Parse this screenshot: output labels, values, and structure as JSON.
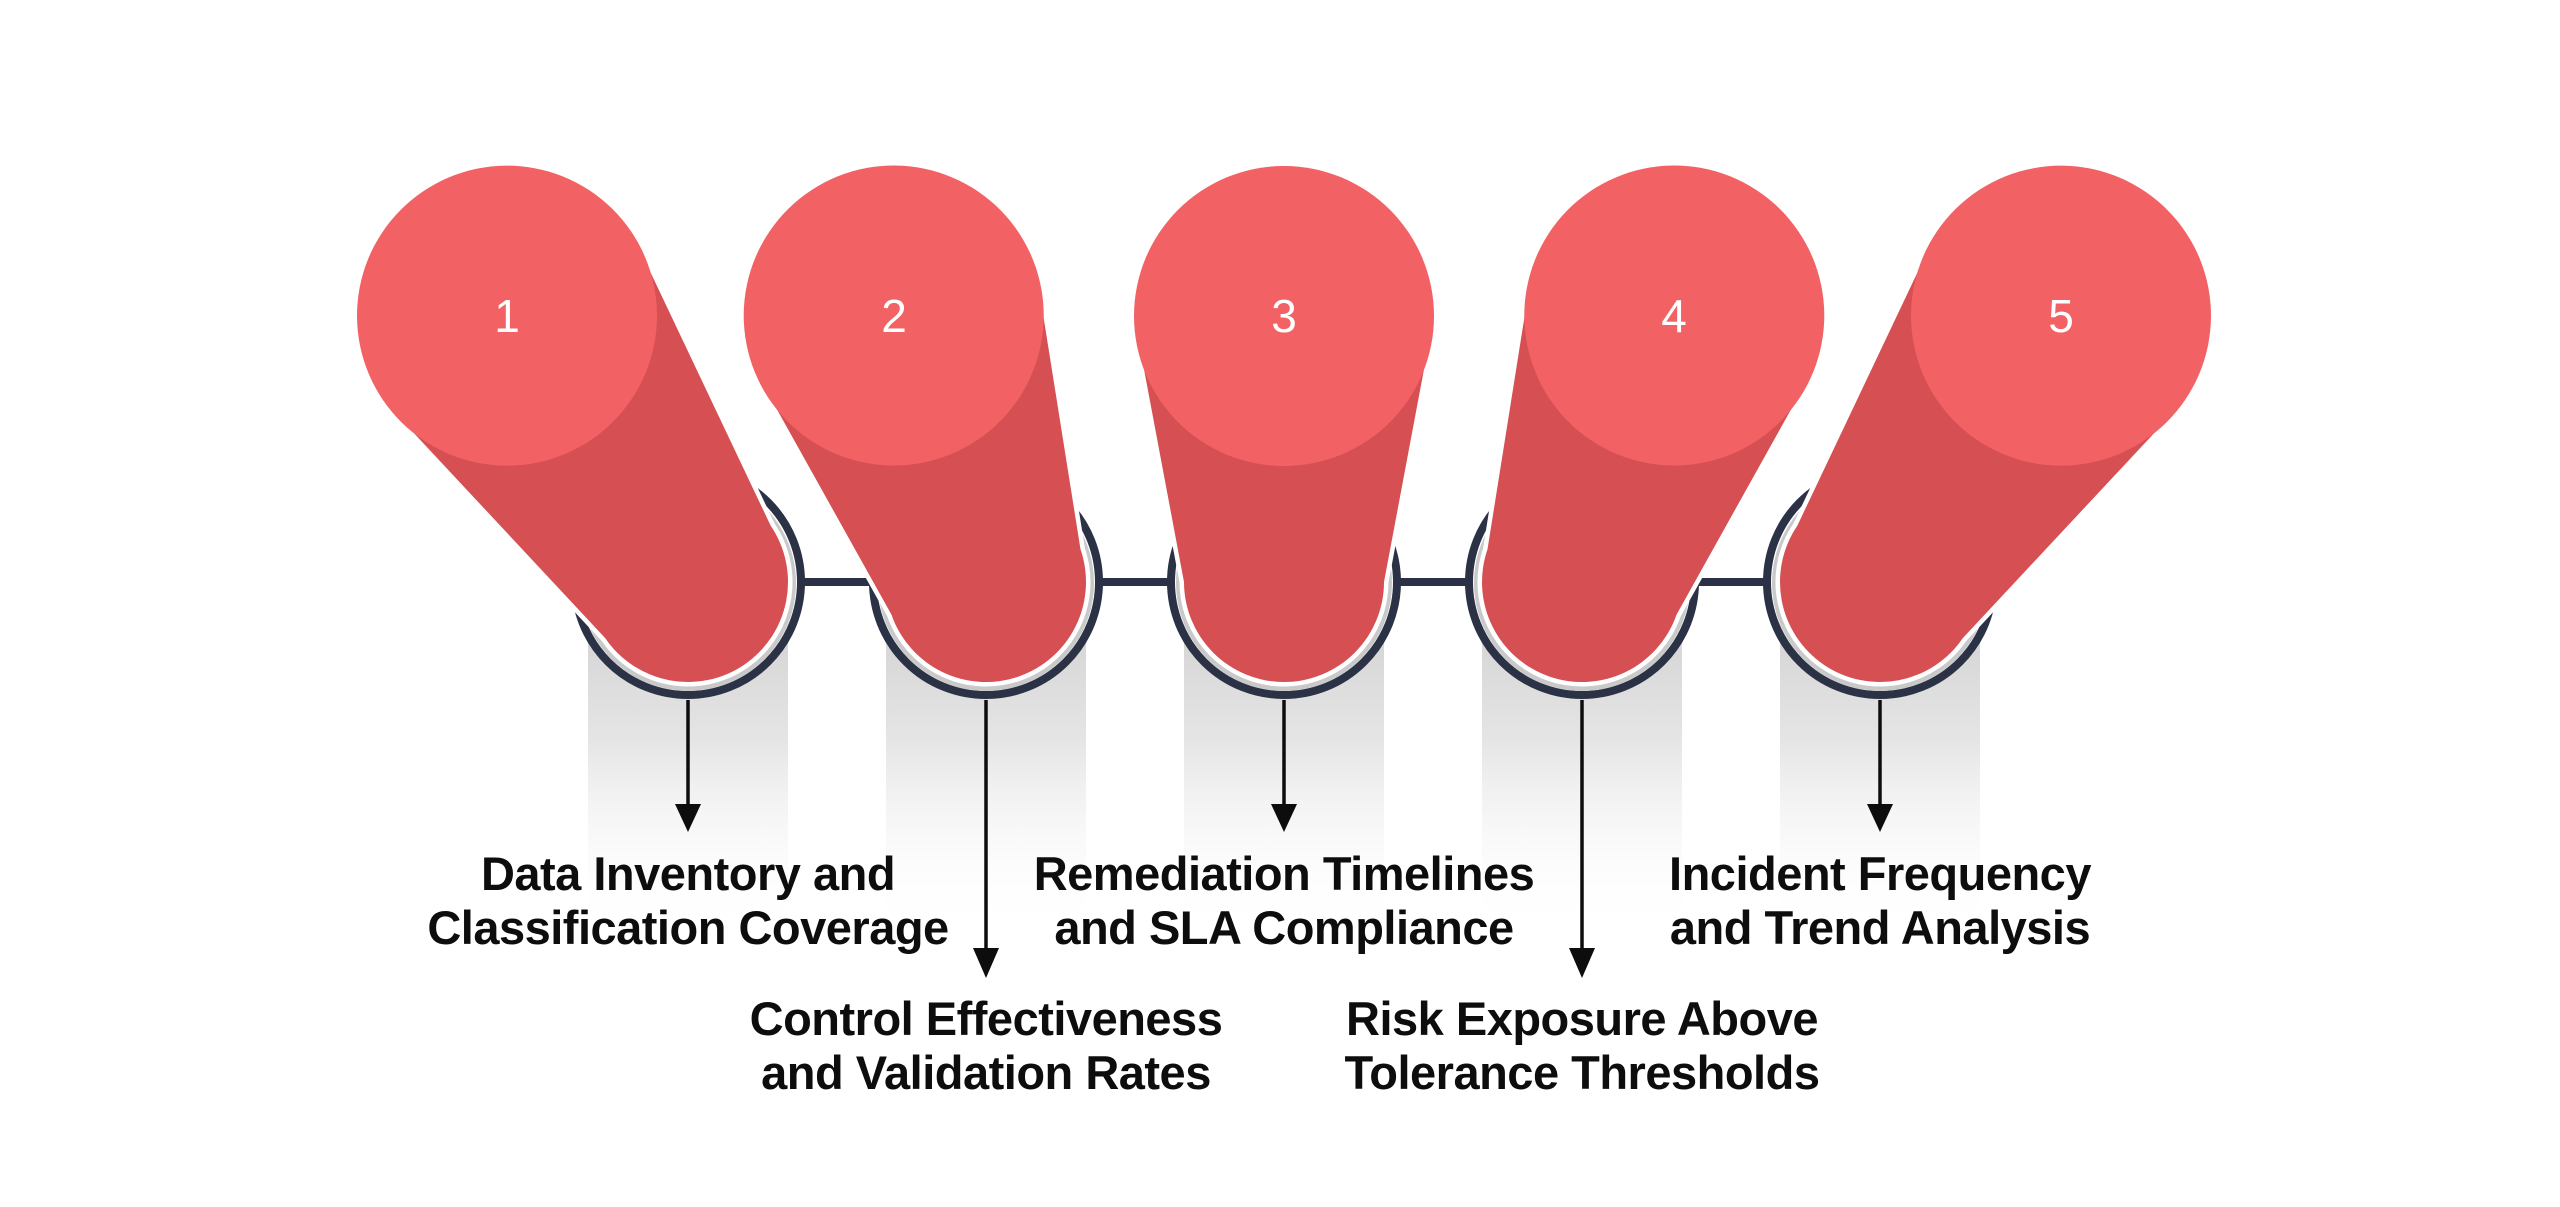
{
  "diagram": {
    "description": "Five-step pin infographic with numbered cylinders pointing to metric labels",
    "items": [
      {
        "number": "1",
        "label_line1": "Data Inventory and",
        "label_line2": "Classification Coverage"
      },
      {
        "number": "2",
        "label_line1": "Control Effectiveness",
        "label_line2": "and Validation Rates"
      },
      {
        "number": "3",
        "label_line1": "Remediation Timelines",
        "label_line2": "and SLA Compliance"
      },
      {
        "number": "4",
        "label_line1": "Risk Exposure Above",
        "label_line2": "Tolerance Thresholds"
      },
      {
        "number": "5",
        "label_line1": "Incident Frequency",
        "label_line2": "and Trend Analysis"
      }
    ],
    "colors": {
      "background": "#ffffff",
      "face": "#f26163",
      "body": "#d54f53",
      "ring": "#2b3245",
      "band": "#c9c9c9",
      "crescent": "#c9c9c9",
      "arrow": "#0d0d0d",
      "label": "#0d0d0d",
      "number": "#ffffff"
    }
  }
}
